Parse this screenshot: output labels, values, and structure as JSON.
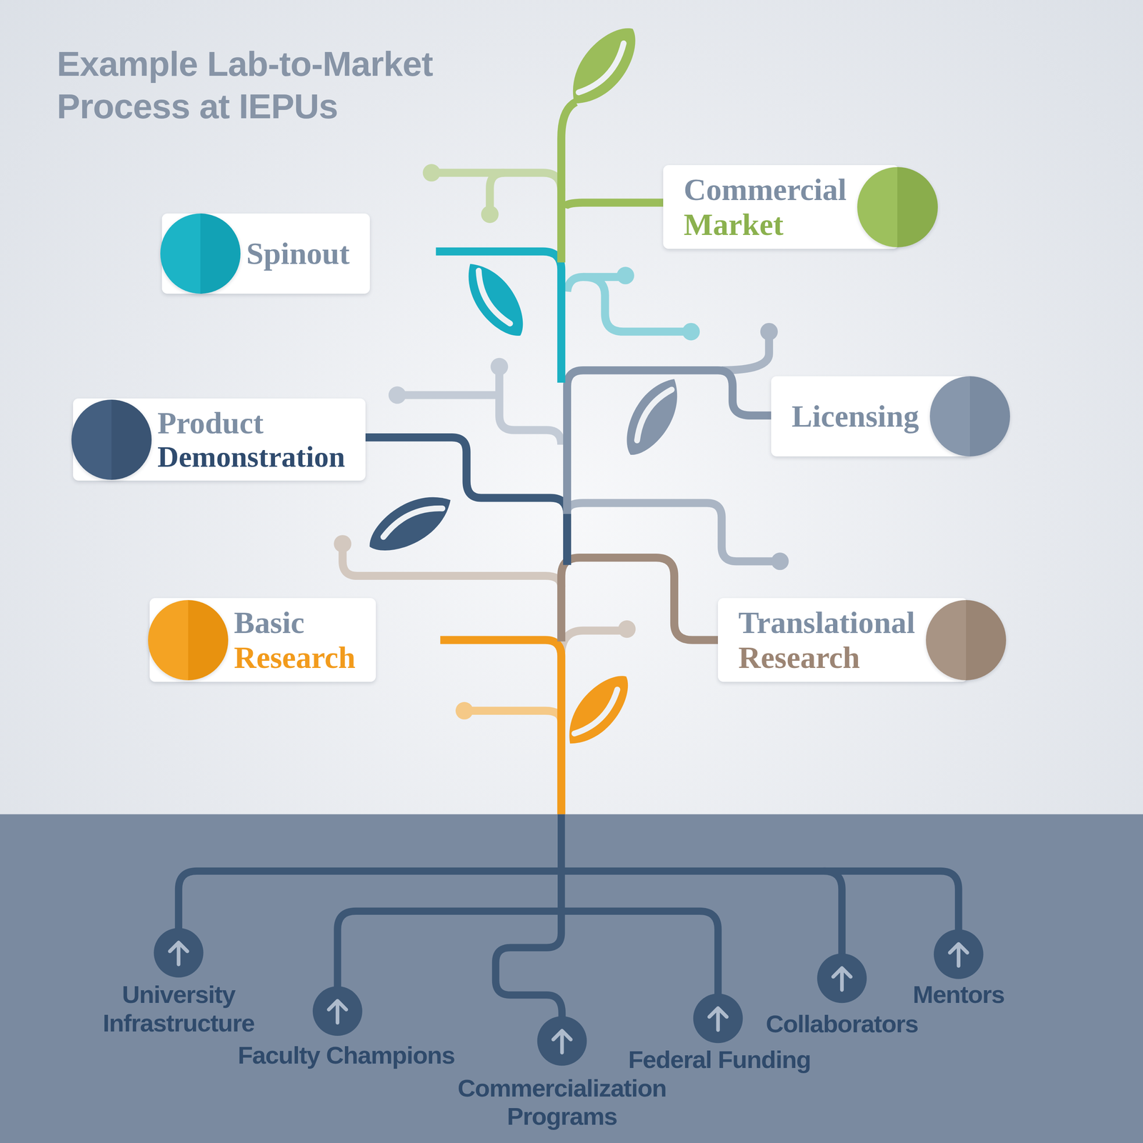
{
  "diagram": {
    "title": "Example Lab-to-Market Process at IEPUs",
    "nodes": [
      {
        "text": [
          "Commercial Market"
        ]
      },
      {
        "text": [
          "Spinout"
        ]
      },
      {
        "text": [
          "Licensing"
        ]
      },
      {
        "text": [
          "Product Demonstration"
        ]
      },
      {
        "text": [
          "Translational Research"
        ]
      },
      {
        "text": [
          "Basic Research"
        ]
      }
    ],
    "labels": [
      "University Infrastructure",
      "Faculty Champions",
      "Commercialization Programs",
      "Federal Funding",
      "Collaborators",
      "Mentors"
    ]
  }
}
